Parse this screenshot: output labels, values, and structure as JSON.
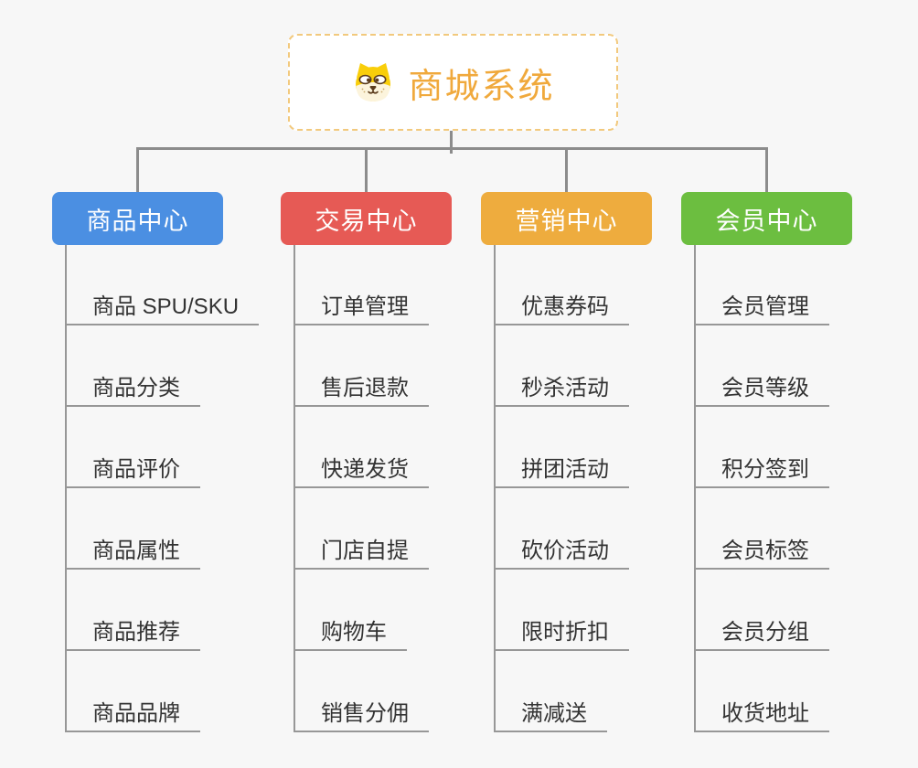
{
  "root": {
    "label": "商城系统",
    "icon": "dog-face-icon",
    "text_color": "#f0a93c",
    "border_color": "#f2c97d"
  },
  "branches": [
    {
      "label": "商品中心",
      "color": "#4b8fe2",
      "items": [
        "商品 SPU/SKU",
        "商品分类",
        "商品评价",
        "商品属性",
        "商品推荐",
        "商品品牌"
      ]
    },
    {
      "label": "交易中心",
      "color": "#e65a55",
      "items": [
        "订单管理",
        "售后退款",
        "快递发货",
        "门店自提",
        "购物车",
        "销售分佣"
      ]
    },
    {
      "label": "营销中心",
      "color": "#eeac3e",
      "items": [
        "优惠券码",
        "秒杀活动",
        "拼团活动",
        "砍价活动",
        "限时折扣",
        "满减送"
      ]
    },
    {
      "label": "会员中心",
      "color": "#6cbe40",
      "items": [
        "会员管理",
        "会员等级",
        "积分签到",
        "会员标签",
        "会员分组",
        "收货地址"
      ]
    }
  ],
  "colors": {
    "canvas_bg": "#f7f7f7",
    "connector": "#8c8c8c",
    "leaf_line": "#979797",
    "leaf_text": "#333333"
  }
}
